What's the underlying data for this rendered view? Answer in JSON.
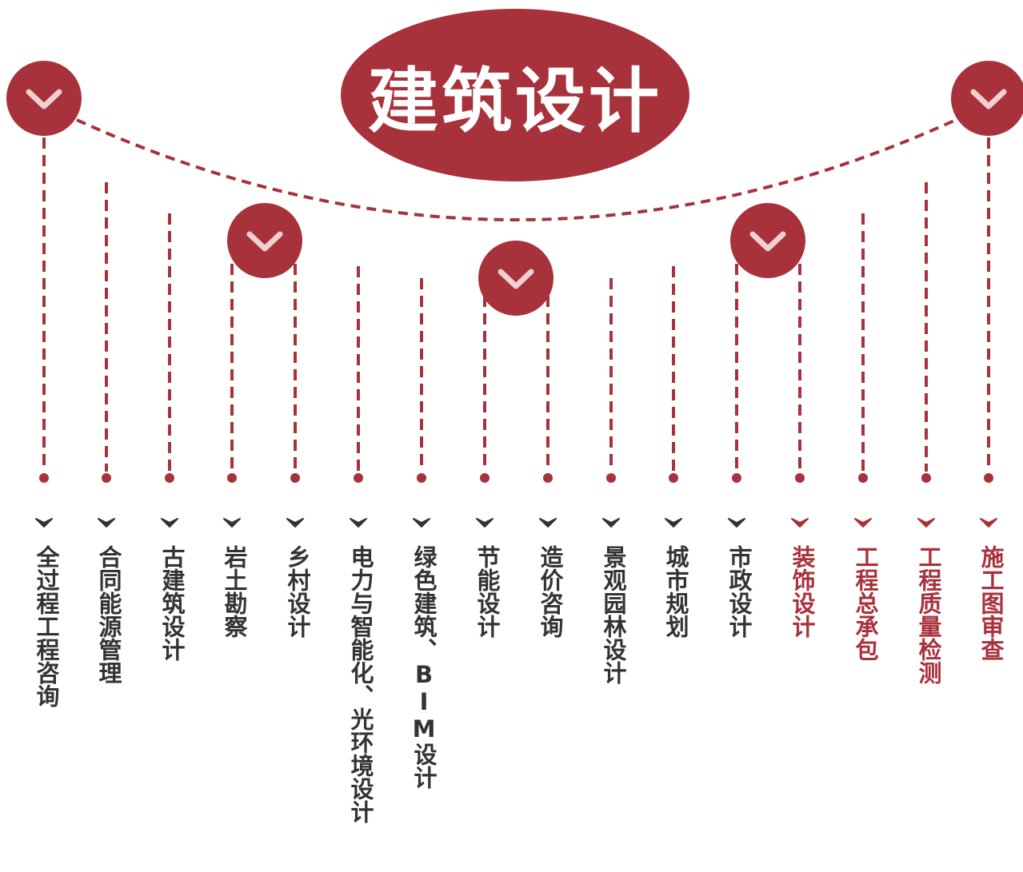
{
  "title": "建筑设计",
  "colors": {
    "accent": "#a8323c",
    "chevron": "#f2d0d0",
    "label_dark": "#333333",
    "label_highlight": "#a8323c"
  },
  "nodes": [
    {
      "icon": "chevron-down-icon"
    },
    {
      "icon": "chevron-down-icon"
    },
    {
      "icon": "chevron-down-icon"
    },
    {
      "icon": "chevron-down-icon"
    },
    {
      "icon": "chevron-down-icon"
    },
    {
      "icon": "chevron-down-icon"
    }
  ],
  "items": [
    {
      "label": "全过程工程咨询",
      "highlight": false
    },
    {
      "label": "合同能源管理",
      "highlight": false
    },
    {
      "label": "古建筑设计",
      "highlight": false
    },
    {
      "label": "岩土勘察",
      "highlight": false
    },
    {
      "label": "乡村设计",
      "highlight": false
    },
    {
      "label": "电力与智能化、光环境设计",
      "highlight": false
    },
    {
      "label": "绿色建筑、BIM设计",
      "highlight": false
    },
    {
      "label": "节能设计",
      "highlight": false
    },
    {
      "label": "造价咨询",
      "highlight": false
    },
    {
      "label": "景观园林设计",
      "highlight": false
    },
    {
      "label": "城市规划",
      "highlight": false
    },
    {
      "label": "市政设计",
      "highlight": false
    },
    {
      "label": "装饰设计",
      "highlight": true
    },
    {
      "label": "工程总承包",
      "highlight": true
    },
    {
      "label": "工程质量检测",
      "highlight": true
    },
    {
      "label": "施工图审查",
      "highlight": true
    }
  ]
}
